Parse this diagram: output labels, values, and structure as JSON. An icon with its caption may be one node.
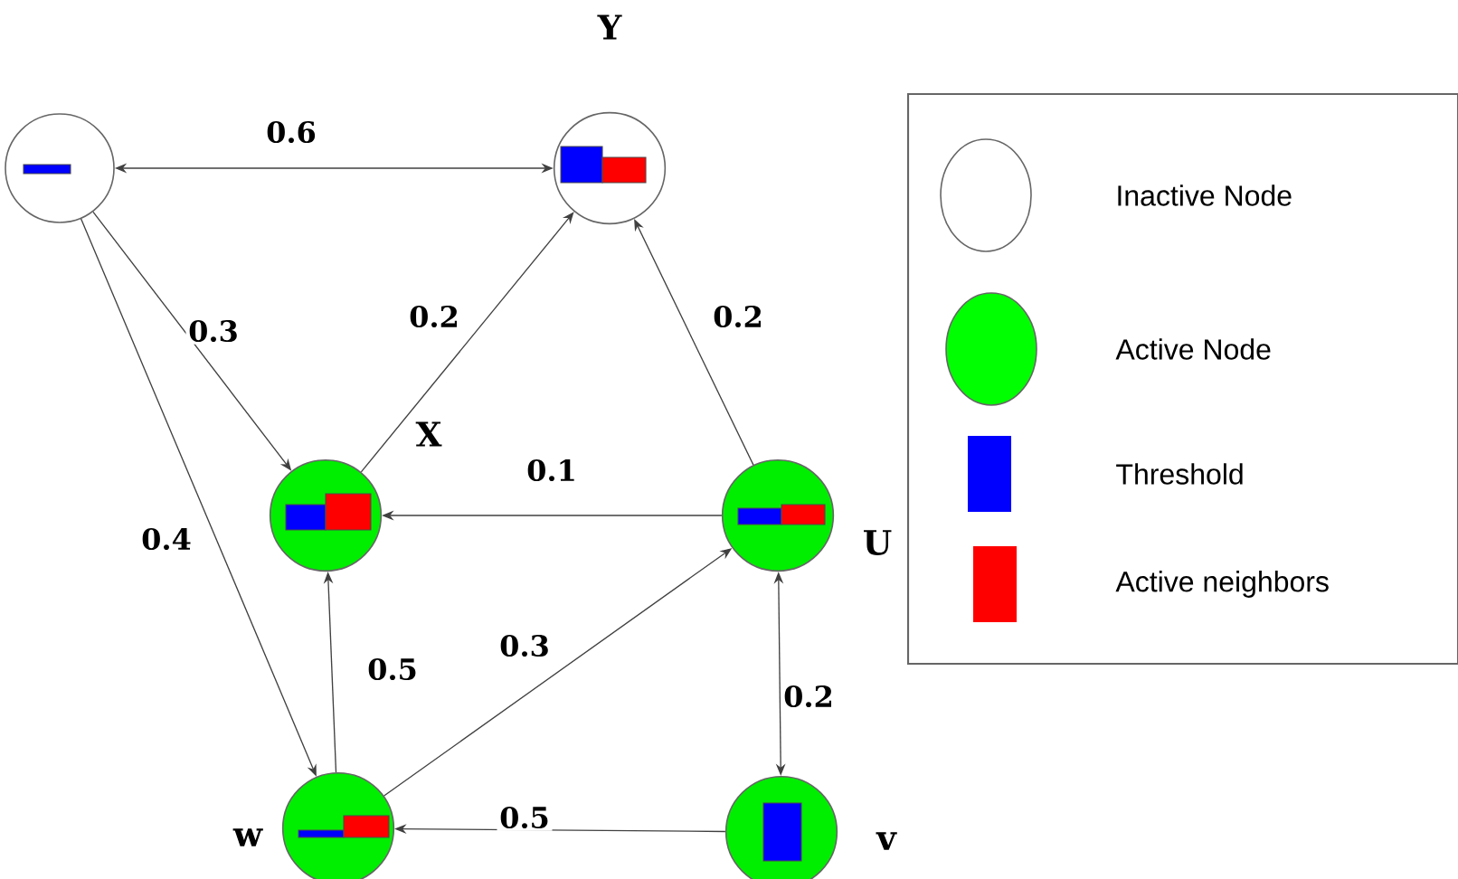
{
  "diagram": {
    "nodes": [
      {
        "text": [],
        "shape": "circle"
      },
      {
        "text": [],
        "shape": "circle",
        "beside": [
          "Y"
        ]
      },
      {
        "text": [],
        "shape": "circle",
        "beside": [
          "X"
        ]
      },
      {
        "text": [],
        "shape": "circle",
        "beside": [
          "U"
        ]
      },
      {
        "text": [],
        "shape": "circle",
        "beside": [
          "w"
        ]
      },
      {
        "text": [],
        "shape": "circle",
        "beside": [
          "v"
        ]
      }
    ],
    "edges": [
      {
        "from": 0,
        "to": 1,
        "arrow": "both",
        "label": "0.6"
      },
      {
        "from": 0,
        "to": 2,
        "arrow": "to",
        "label": "0.3"
      },
      {
        "from": 2,
        "to": 1,
        "arrow": "to",
        "label": "0.2"
      },
      {
        "from": 3,
        "to": 1,
        "arrow": "to",
        "label": "0.2"
      },
      {
        "from": 3,
        "to": 2,
        "arrow": "to",
        "label": "0.1"
      },
      {
        "from": 0,
        "to": 4,
        "arrow": "to",
        "label": "0.4"
      },
      {
        "from": 4,
        "to": 2,
        "arrow": "to",
        "label": "0.5"
      },
      {
        "from": 4,
        "to": 3,
        "arrow": "to",
        "label": "0.3"
      },
      {
        "from": 3,
        "to": 5,
        "arrow": "both",
        "label": "0.2"
      },
      {
        "from": 5,
        "to": 4,
        "arrow": "to",
        "label": "0.5"
      }
    ],
    "legend": [
      {
        "text": "Inactive Node"
      },
      {
        "text": "Active Node",
        "color": "#00ff00"
      },
      {
        "text": "Threshold",
        "color": "#0000ff"
      },
      {
        "text": "Active neighbors",
        "color": "#ff0000"
      }
    ]
  }
}
